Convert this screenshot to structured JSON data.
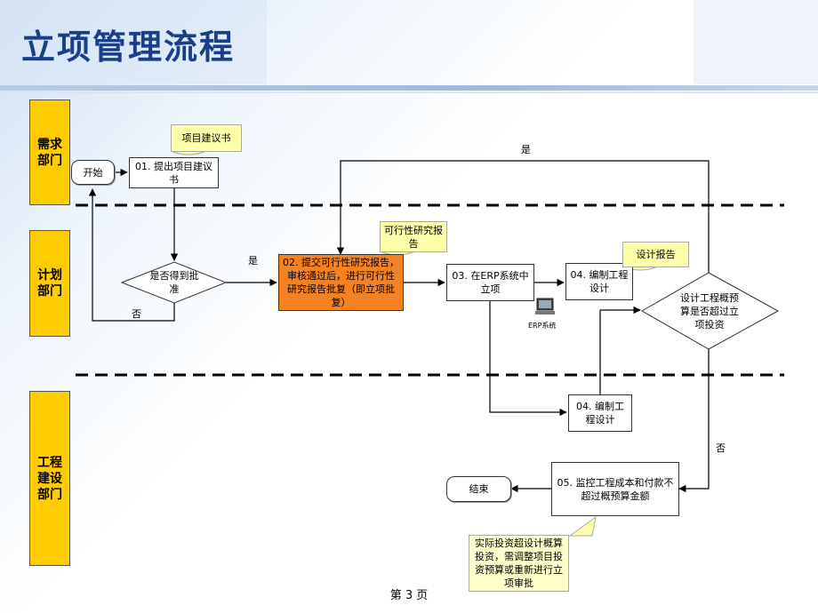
{
  "title": "立项管理流程",
  "departments": {
    "demand": "需求部门",
    "plan": "计划部门",
    "engineering": "工程建设部门"
  },
  "nodes": {
    "start": "开始",
    "n01": "01. 提出项目建议书",
    "decision1": "是否得到批准",
    "n02": "02. 提交可行性研究报告，审核通过后，进行可行性研究报告批复（即立项批复）",
    "n03": "03. 在ERP系统中立项",
    "n04a": "04. 编制工程设计",
    "n04b": "04. 编制工程设计",
    "decision2": "设计工程概预算是否超过立项投资",
    "n05": "05. 监控工程成本和付款不超过概预算金额",
    "end": "结束"
  },
  "notes": {
    "proposal": "项目建议书",
    "feasibility": "可行性研究报告",
    "design": "设计报告",
    "over_budget": "实际投资超设计概算投资，需调整项目投资预算或重新进行立项审批"
  },
  "edge_labels": {
    "yes_top": "是",
    "yes_mid": "是",
    "no_left": "否",
    "no_right": "否"
  },
  "erp_icon_label": "ERP系统",
  "footer": "第 3 页"
}
